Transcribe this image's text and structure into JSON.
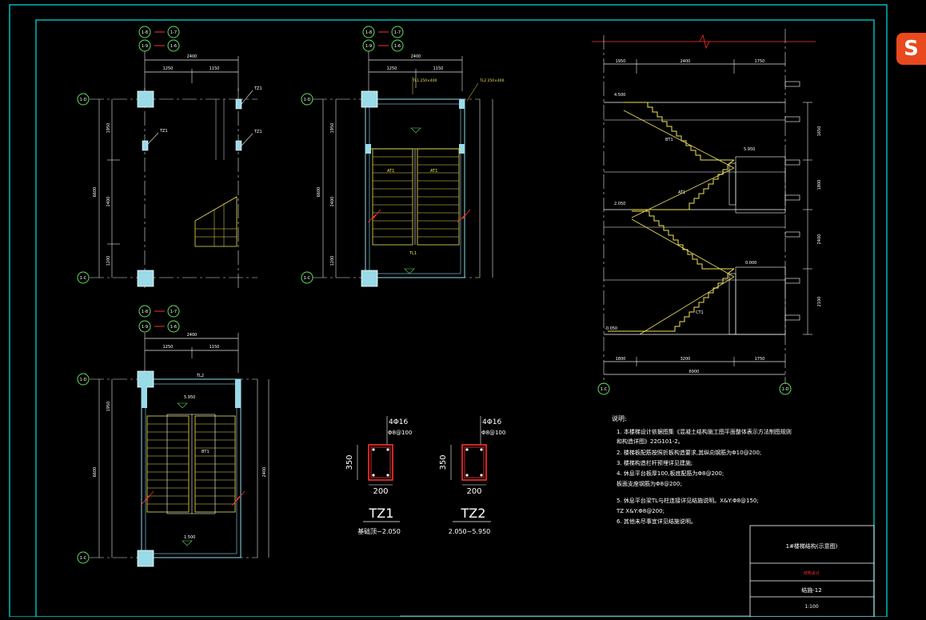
{
  "colors": {
    "bg": "#000000",
    "frame": "#00e5e5",
    "line": "#ffffff",
    "dim": "#e8e8e8",
    "stair": "#f2e35a",
    "column": "#8fdcf0",
    "accent": "#ff3030",
    "green": "#5fe05f",
    "logo": "#e8491d"
  },
  "logo": {
    "icon": "sogou-ime-icon",
    "label": "S"
  },
  "plan1": {
    "axis_tags": [
      "1-D",
      "1-C"
    ],
    "top_tags": [
      "1-8",
      "1-7",
      "1-9",
      "1-6"
    ],
    "dims_top": [
      "2400",
      "1250",
      "1150"
    ],
    "dims_left": [
      "1950",
      "2400",
      "1200"
    ],
    "left_total": "6600",
    "col_labels": [
      "TZ1",
      "TZ1",
      "TZ1"
    ]
  },
  "plan2": {
    "axis_tags": [
      "1-D",
      "1-C"
    ],
    "top_tags": [
      "1-8",
      "1-7",
      "1-9",
      "1-6"
    ],
    "dims_top": [
      "2400",
      "1250",
      "1150"
    ],
    "dims_left": [
      "1950",
      "2400",
      "1200"
    ],
    "left_total": "6600",
    "notes": [
      "TL1 250×400",
      "TL2 250×400"
    ],
    "labels": [
      "AT1",
      "AT1",
      "TL1"
    ]
  },
  "plan3": {
    "axis_tags": [
      "1-D",
      "1-C"
    ],
    "top_tags": [
      "1-8",
      "1-7",
      "1-9",
      "1-6"
    ],
    "dims_top": [
      "2400",
      "1250",
      "1150"
    ],
    "dims_left": [
      "1950",
      "2400"
    ],
    "left_total": "6600",
    "labels": [
      "TL2",
      "5.950",
      "BT1",
      "1.500"
    ]
  },
  "section": {
    "axis_tags": [
      "1-C",
      "1-D"
    ],
    "dims_top": [
      "1950",
      "2400",
      "1750"
    ],
    "dims_bottom": [
      "1800",
      "3200",
      "1750"
    ],
    "bottom_total": "6900",
    "right_dims": [
      "1650",
      "1800",
      "2400",
      "2100"
    ],
    "levels": [
      "4.500",
      "5.950",
      "2.050",
      "0.000",
      "-0.050"
    ],
    "labels": [
      "BT1",
      "AT1",
      "CT1"
    ]
  },
  "tz1": {
    "title": "TZ1",
    "rebar": "4Φ16",
    "stirrup": "Φ8@100",
    "height": "350",
    "width": "200",
    "range": "基础顶~2.050"
  },
  "tz2": {
    "title": "TZ2",
    "rebar": "4Φ16",
    "stirrup": "Φ8@100",
    "height": "350",
    "width": "200",
    "range": "2.050~5.950"
  },
  "notes": {
    "heading": "说明:",
    "lines": [
      "1. 本楼梯设计依据图集《混凝土结构施工图平面整体表示方法制图规则",
      "   和构造详图》22G101-2。",
      "2. 楼梯板配筋按照折板构造要求,其纵向钢筋为Φ10@200;",
      "3. 楼梯构造栏杆预埋详见建施;",
      "4. 休息平台板厚100,板底配筋为Φ8@200;",
      "   板面支座钢筋为Φ8@200;",
      "5. 休息平台梁TL与柱连接详见结施说明。X&Y:Φ8@150;",
      "   TZ X&Y:Φ8@200;",
      "6. 其他未尽事宜详见结施说明。"
    ]
  },
  "title_block": {
    "title": "1#楼梯结构(示意图)",
    "red_text": "结构设计",
    "drawing_no": "结施-12",
    "scale": "1:100"
  }
}
